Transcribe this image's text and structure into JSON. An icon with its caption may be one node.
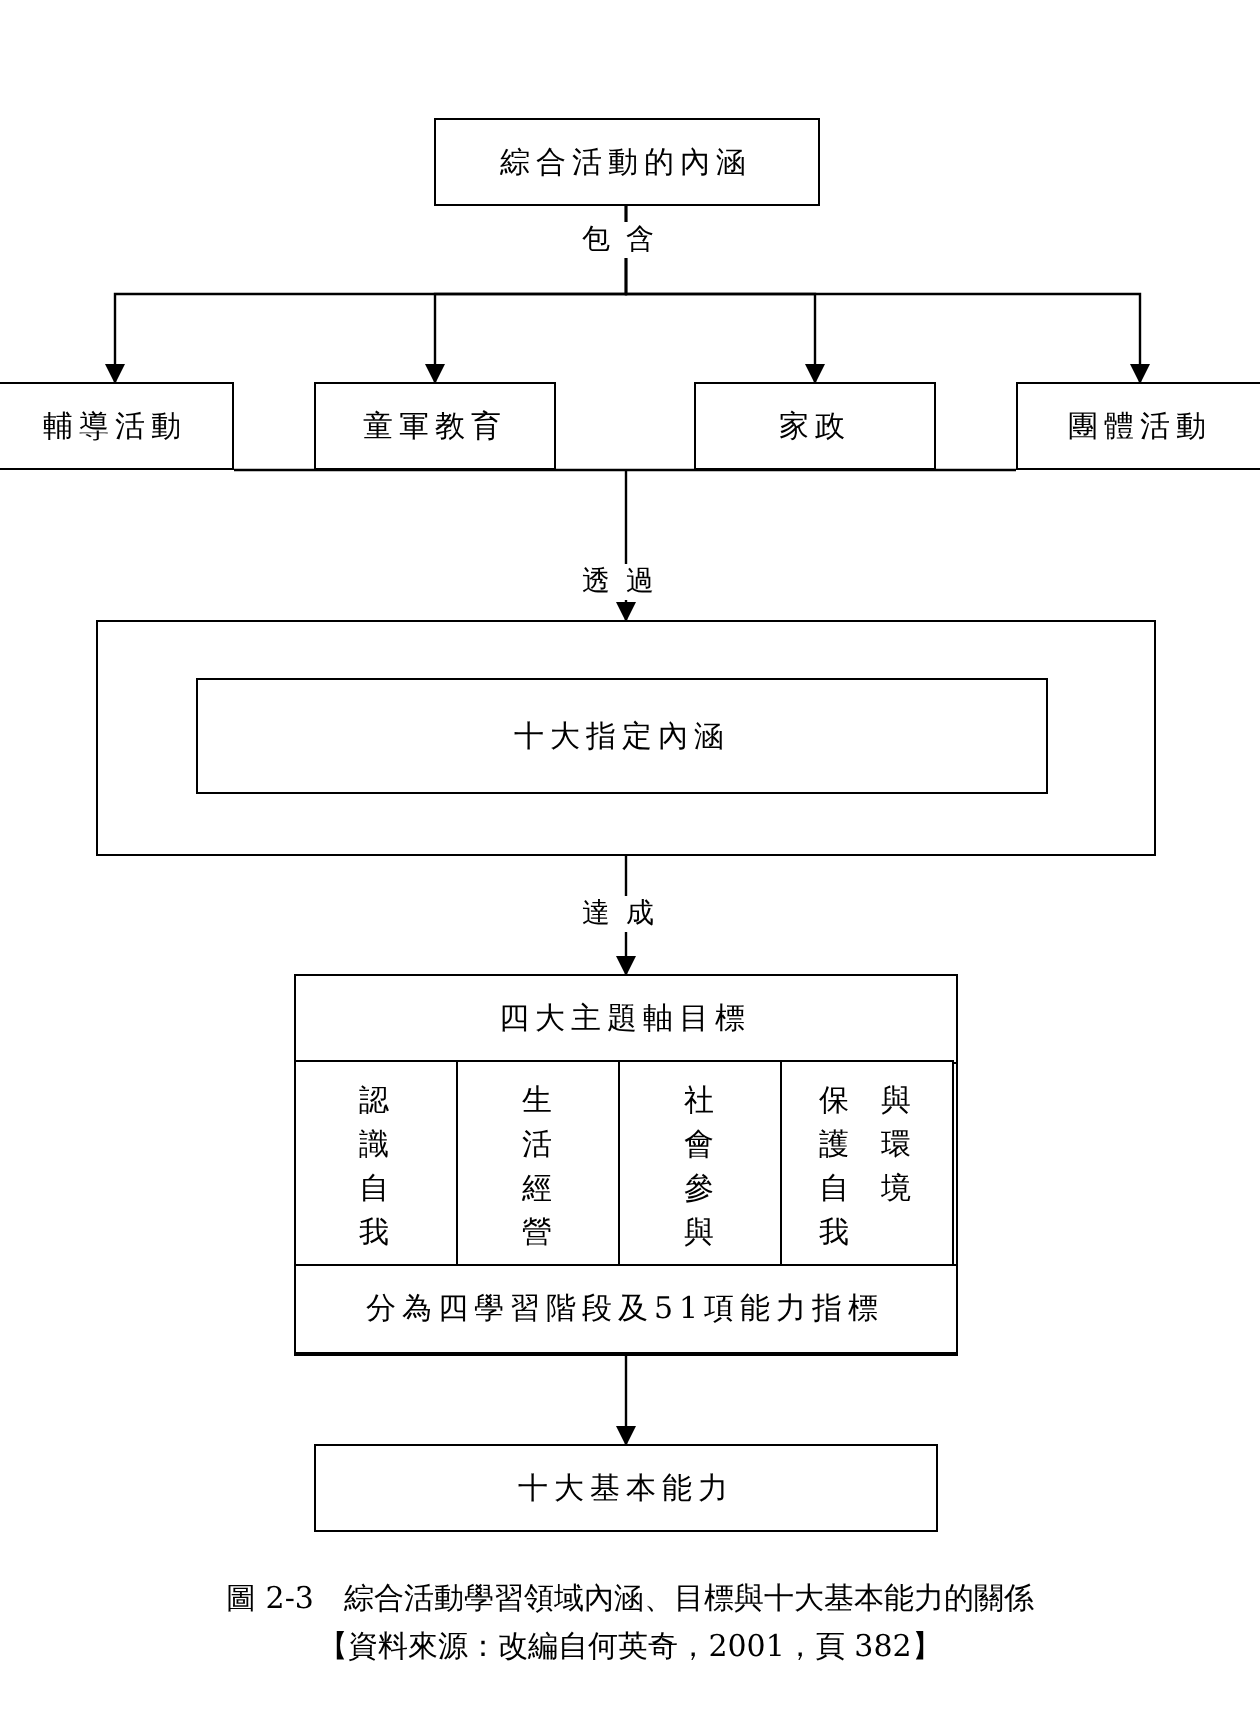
{
  "diagram": {
    "caption": "圖 2-3　綜合活動學習領域內涵、目標與十大基本能力的關係",
    "nodes": [
      {
        "text": [
          "綜合活動的內涵"
        ]
      },
      {
        "text": [
          "輔導活動"
        ]
      },
      {
        "text": [
          "童軍教育"
        ]
      },
      {
        "text": [
          "家政"
        ]
      },
      {
        "text": [
          "團體活動"
        ]
      },
      {
        "text": [],
        "shape": "box"
      },
      {
        "text": [
          "十大指定內涵"
        ],
        "in": 5
      },
      {
        "text": [],
        "shape": "box"
      },
      {
        "text": [
          "四大主題軸目標"
        ],
        "in": 7
      },
      {
        "text": [
          "認識自我"
        ],
        "in": 7
      },
      {
        "text": [
          "生活經營"
        ],
        "in": 7
      },
      {
        "text": [
          "社會參與"
        ],
        "in": 7
      },
      {
        "text": [
          "保護自我與環境"
        ],
        "in": 7
      },
      {
        "text": [
          "分為四學習階段及51項能力指標"
        ],
        "in": 7
      },
      {
        "text": [
          "十大基本能力"
        ]
      }
    ],
    "edges": [
      {
        "from": 0,
        "to": 1,
        "arrow": "to",
        "label": "包含"
      },
      {
        "from": 0,
        "to": 2,
        "arrow": "to"
      },
      {
        "from": 0,
        "to": 3,
        "arrow": "to"
      },
      {
        "from": 0,
        "to": 4,
        "arrow": "to"
      },
      {
        "from": 1,
        "to": 5,
        "arrow": "to",
        "label": "透過"
      },
      {
        "from": 2,
        "to": 5,
        "arrow": "to"
      },
      {
        "from": 3,
        "to": 5,
        "arrow": "to"
      },
      {
        "from": 4,
        "to": 5,
        "arrow": "to"
      },
      {
        "from": 5,
        "to": 7,
        "arrow": "to",
        "label": "達成"
      },
      {
        "from": 7,
        "to": 14,
        "arrow": "to"
      }
    ],
    "labels": [
      "【資料來源：改編自何英奇，2001，頁 382】"
    ]
  }
}
